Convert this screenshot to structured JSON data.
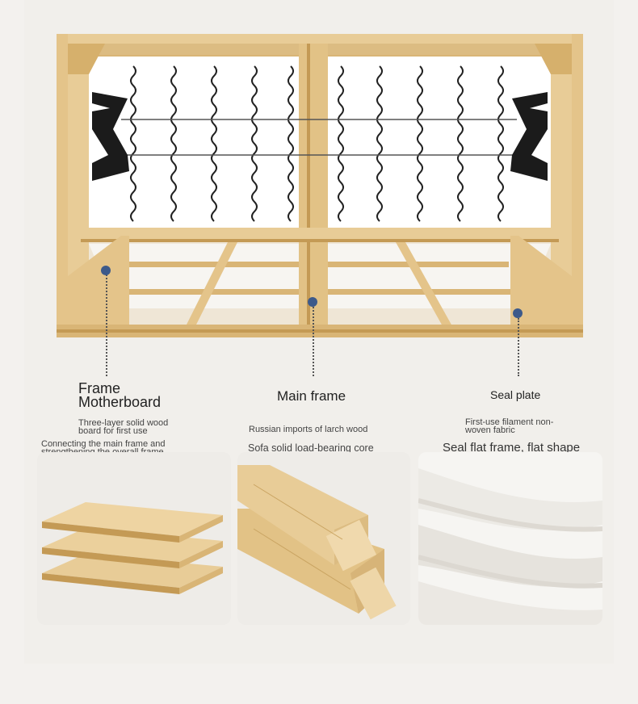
{
  "callouts": [
    {
      "title_lines": [
        "Frame",
        "Motherboard"
      ],
      "desc_lines": [
        "Three-layer solid wood",
        "board for first use"
      ],
      "subdesc_lines": [
        "Connecting the main frame and",
        "strengthening the overall frame"
      ]
    },
    {
      "title": "Main frame",
      "desc": "Russian imports of larch wood",
      "subdesc": "Sofa solid load-bearing core"
    },
    {
      "title": "Seal plate",
      "desc_lines": [
        "First-use filament non-",
        "woven fabric"
      ],
      "subdesc": "Seal flat frame, flat shape"
    }
  ],
  "colors": {
    "dot": "#3d5a8a",
    "wood_light": "#e8cc97",
    "wood_mid": "#d9b576",
    "wood_dark": "#c49a55",
    "fabric": "#f6f5f2",
    "bands": "#1b1b1b"
  }
}
